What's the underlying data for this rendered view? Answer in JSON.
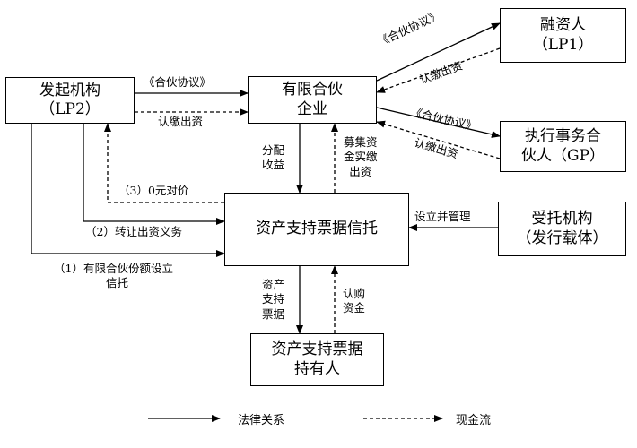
{
  "nodes": {
    "lp1": {
      "line1": "融资人",
      "line2": "（LP1）"
    },
    "lp2": {
      "line1": "发起机构",
      "line2": "（LP2）"
    },
    "partnership": {
      "line1": "有限合伙",
      "line2": "企业"
    },
    "gp": {
      "line1": "执行事务合",
      "line2": "伙人（GP）"
    },
    "trust": {
      "line1": "资产支持票据信托"
    },
    "trustee": {
      "line1": "受托机构",
      "line2": "（发行载体）"
    },
    "holder": {
      "line1": "资产支持票据",
      "line2": "持有人"
    }
  },
  "edges": {
    "lp2_agreement": "《合伙协议》",
    "lp2_capital": "认缴出资",
    "lp1_agreement": "《合伙协议》",
    "lp1_capital": "认缴出资",
    "gp_agreement": "《合伙协议》",
    "gp_capital": "认缴出资",
    "distribution": [
      "分配",
      "收益"
    ],
    "raise_funds": [
      "募集资",
      "金实缴",
      "出资"
    ],
    "zero_price": "（3）0元对价",
    "transfer_obligation": "（2）转让出资义务",
    "set_up_trust": [
      "（1）有限合伙份额设立",
      "信托"
    ],
    "establish_manage": "设立并管理",
    "notes": [
      "资产",
      "支持",
      "票据"
    ],
    "subscription": [
      "认购",
      "资金"
    ]
  },
  "legend": {
    "legal": "法律关系",
    "cash": "现金流"
  }
}
